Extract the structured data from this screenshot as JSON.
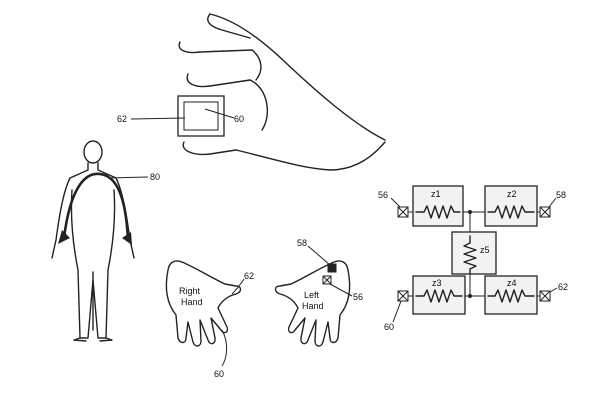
{
  "labels": {
    "hand_top_left": "62",
    "hand_top_right": "60",
    "body": "80",
    "right_hand_ref": "62",
    "right_hand_bottom": "60",
    "left_hand_top": "58",
    "left_hand_right": "56",
    "circuit_56": "56",
    "circuit_58": "58",
    "circuit_60": "60",
    "circuit_62": "62"
  },
  "hand_text": {
    "right_line1": "Right",
    "right_line2": "Hand",
    "left_line1": "Left",
    "left_line2": "Hand"
  },
  "impedances": [
    "z1",
    "z2",
    "z5",
    "z3",
    "z4"
  ]
}
